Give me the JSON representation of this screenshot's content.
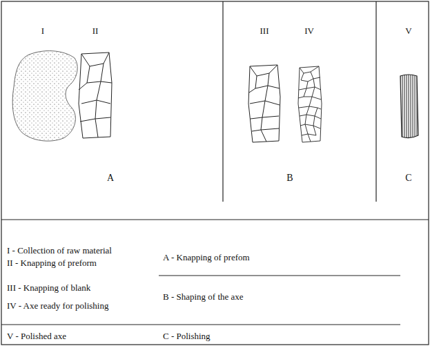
{
  "diagram": {
    "labels": [
      "I",
      "II",
      "III",
      "IV",
      "V",
      "A",
      "B",
      "C",
      "I - Collection of raw material",
      "II - Knapping of preform",
      "A - Knapping of prefom",
      "III - Knapping of blank",
      "IV - Axe ready for polishing",
      "B - Shaping of the axe",
      "V - Polished axe",
      "C - Polishing"
    ]
  }
}
